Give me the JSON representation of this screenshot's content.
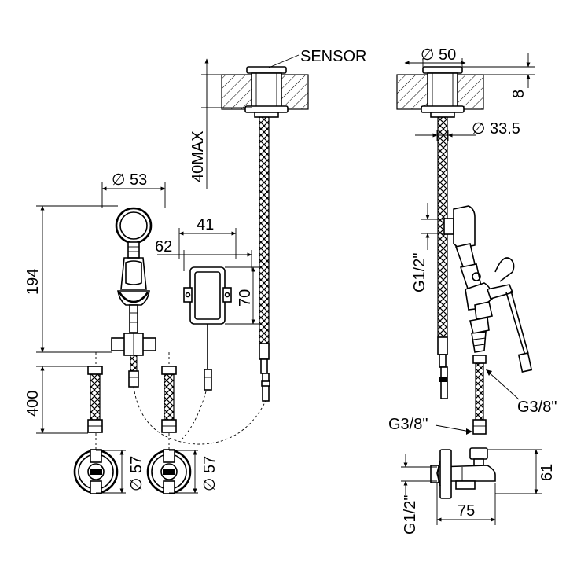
{
  "labels": {
    "sensor": "SENSOR",
    "dia_50": "∅ 50",
    "dim_8": "8",
    "dia_33_5": "∅ 33.5",
    "dim_40max": "40MAX",
    "dia_53": "∅ 53",
    "dim_194": "194",
    "dim_41": "41",
    "dim_62": "62",
    "dim_70": "70",
    "dim_400": "400",
    "dia_57_left": "∅ 57",
    "dia_57_right": "∅ 57",
    "thread_g12_upper": "G1/2\"",
    "thread_g38_right": "G3/8\"",
    "thread_g38_left": "G3/8\"",
    "dim_61": "61",
    "thread_g12_lower": "G1/2\"",
    "dim_75": "75"
  }
}
